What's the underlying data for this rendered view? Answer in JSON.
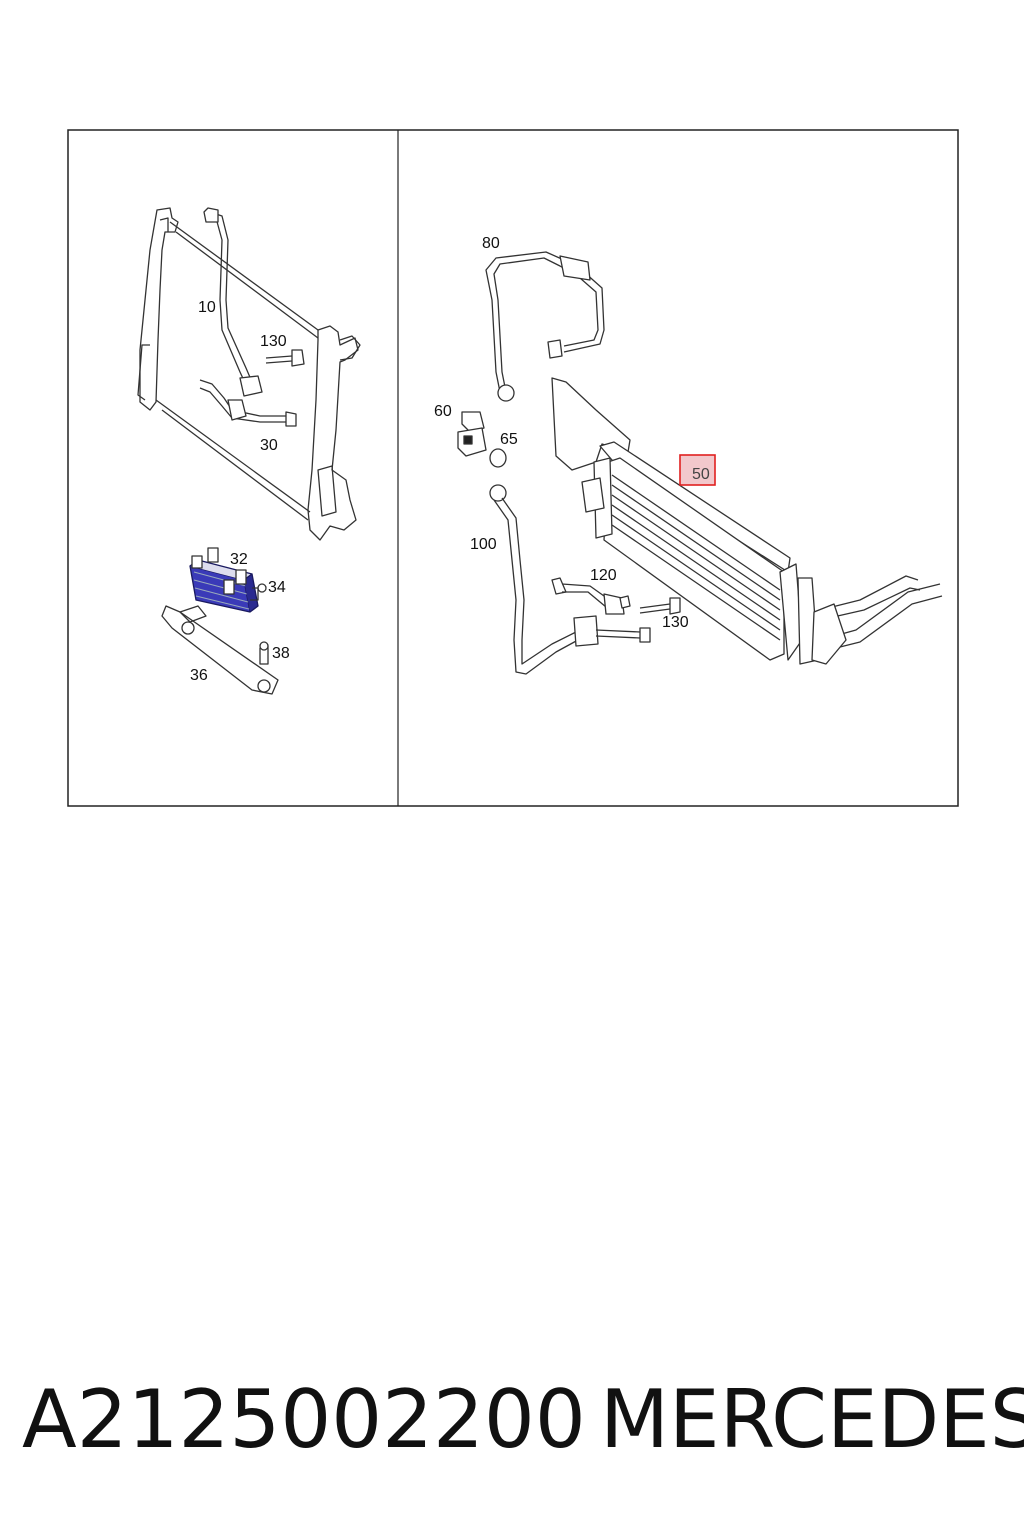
{
  "left_panel": {
    "callouts": [
      "10",
      "130",
      "30",
      "32",
      "34",
      "36",
      "38"
    ]
  },
  "right_panel": {
    "callouts": [
      "80",
      "60",
      "65",
      "50",
      "100",
      "120",
      "130"
    ],
    "highlighted_callout": "50"
  },
  "colors": {
    "highlight_border": "#e02020",
    "highlight_fill": "#f2c8cc",
    "part_blue": "#2a2aa0",
    "line": "#222222"
  },
  "footer": {
    "part_number": "A2125002200",
    "brand": "MERCEDES"
  }
}
